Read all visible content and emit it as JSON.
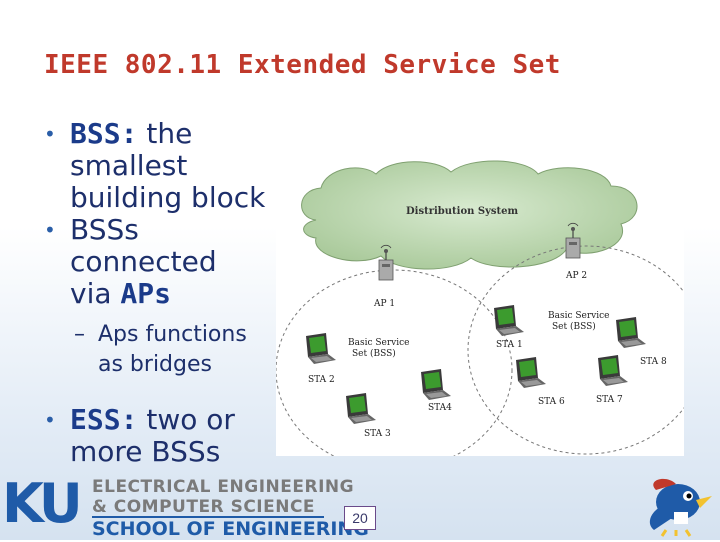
{
  "slide": {
    "title": "IEEE 802.11 Extended Service Set",
    "bullets": [
      {
        "keyword": "BSS:",
        "text_line1": " the",
        "text_line2": "smallest",
        "text_line3": "building block"
      },
      {
        "line1": "BSSs connected",
        "line2_prefix": "via ",
        "line2_keyword": "APs"
      },
      {
        "sub": "Aps functions",
        "sub_line2": "as bridges"
      },
      {
        "keyword": "ESS:",
        "text_line1": " two or",
        "text_line2": "more BSSs"
      }
    ],
    "dash": "–",
    "page_number": "20"
  },
  "figure": {
    "distribution_system": "Distribution System",
    "ap1": "AP 1",
    "ap2": "AP 2",
    "bss_left_1": "Basic Service",
    "bss_left_2": "Set (BSS)",
    "bss_right_1": "Basic Service",
    "bss_right_2": "Set (BSS)",
    "stations": [
      "STA 1",
      "STA 2",
      "STA 3",
      "STA4",
      "STA 6",
      "STA 7",
      "STA 8"
    ]
  },
  "footer": {
    "logo_text": "KU",
    "dept_line1": "ELECTRICAL ENGINEERING",
    "dept_line2": "& COMPUTER SCIENCE",
    "school": "SCHOOL OF ENGINEERING"
  },
  "colors": {
    "title": "#c0392b",
    "text": "#1d2f6b",
    "brand": "#1f5ba8",
    "cloud": "#b8d4a8"
  },
  "icons": [
    "bullet-dot-icon",
    "laptop-icon",
    "access-point-icon",
    "cloud-icon",
    "jayhawk-mascot-icon"
  ]
}
